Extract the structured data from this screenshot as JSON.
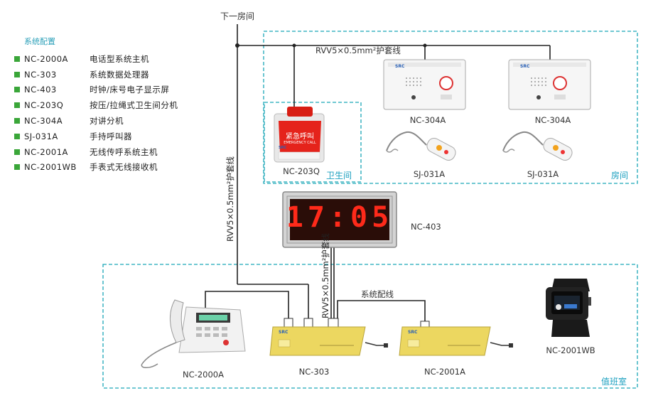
{
  "legend": {
    "title": "系统配置",
    "items": [
      {
        "code": "NC-2000A",
        "desc": "电话型系统主机"
      },
      {
        "code": "NC-303",
        "desc": "系统数据处理器"
      },
      {
        "code": "NC-403",
        "desc": "时钟/床号电子显示屏"
      },
      {
        "code": "NC-203Q",
        "desc": "按压/拉绳式卫生间分机"
      },
      {
        "code": "NC-304A",
        "desc": "对讲分机"
      },
      {
        "code": "SJ-031A",
        "desc": "手持呼叫器"
      },
      {
        "code": "NC-2001A",
        "desc": "无线传呼系统主机"
      },
      {
        "code": "NC-2001WB",
        "desc": "手表式无线接收机"
      }
    ]
  },
  "diagram": {
    "next_room": "下一房间",
    "cable_top": "RVV5×0.5mm²护套线",
    "cable_left": "RVV5×0.5mm²护套线",
    "cable_mid": "RVV5×0.5mm²护套线",
    "system_wire": "系统配线",
    "zones": {
      "bathroom": "卫生间",
      "room": "房间",
      "duty_room": "值班室"
    },
    "devices": {
      "nc203q": "NC-203Q",
      "nc203q_text": "紧急呼叫",
      "nc203q_sub": "EMERGENCY CALL",
      "nc304a_1": "NC-304A",
      "nc304a_2": "NC-304A",
      "sj031a_1": "SJ-031A",
      "sj031a_2": "SJ-031A",
      "nc403": "NC-403",
      "clock_time": "17:05",
      "nc2000a": "NC-2000A",
      "nc303": "NC-303",
      "nc2001a": "NC-2001A",
      "nc2001wb": "NC-2001WB",
      "brand": "SRC"
    }
  },
  "colors": {
    "zone_border": "#1aa6b7",
    "legend_square": "#3aa639",
    "clock_digit": "#ff2a1a",
    "gold": "#ecd760"
  }
}
